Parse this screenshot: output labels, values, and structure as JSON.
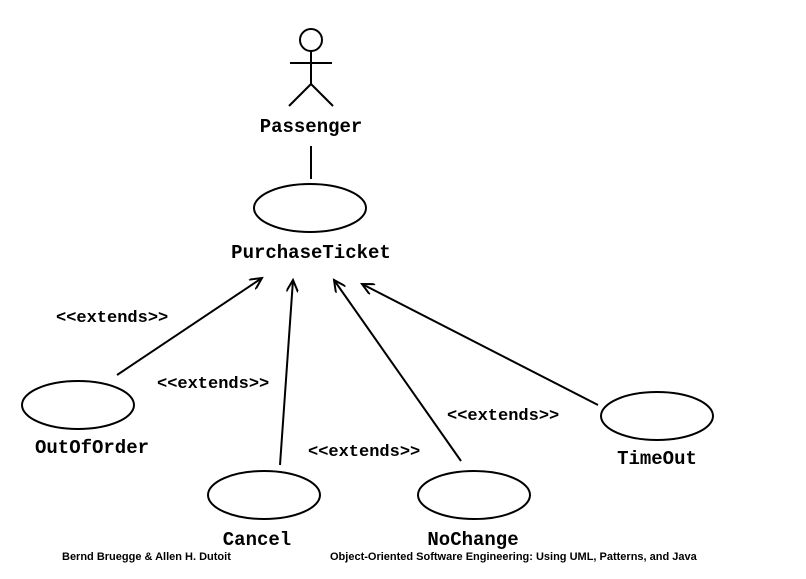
{
  "actor": {
    "name": "Passenger"
  },
  "use_cases": {
    "base": "PurchaseTicket",
    "out_of_order": "OutOfOrder",
    "cancel": "Cancel",
    "no_change": "NoChange",
    "time_out": "TimeOut"
  },
  "relationships": {
    "out_of_order": "<<extends>>",
    "cancel": "<<extends>>",
    "no_change": "<<extends>>",
    "time_out": "<<extends>>"
  },
  "footer": {
    "authors": "Bernd Bruegge & Allen H. Dutoit",
    "book": "Object-Oriented Software Engineering: Using UML, Patterns, and Java"
  },
  "colors": {
    "stroke": "#000000",
    "background": "#ffffff"
  }
}
